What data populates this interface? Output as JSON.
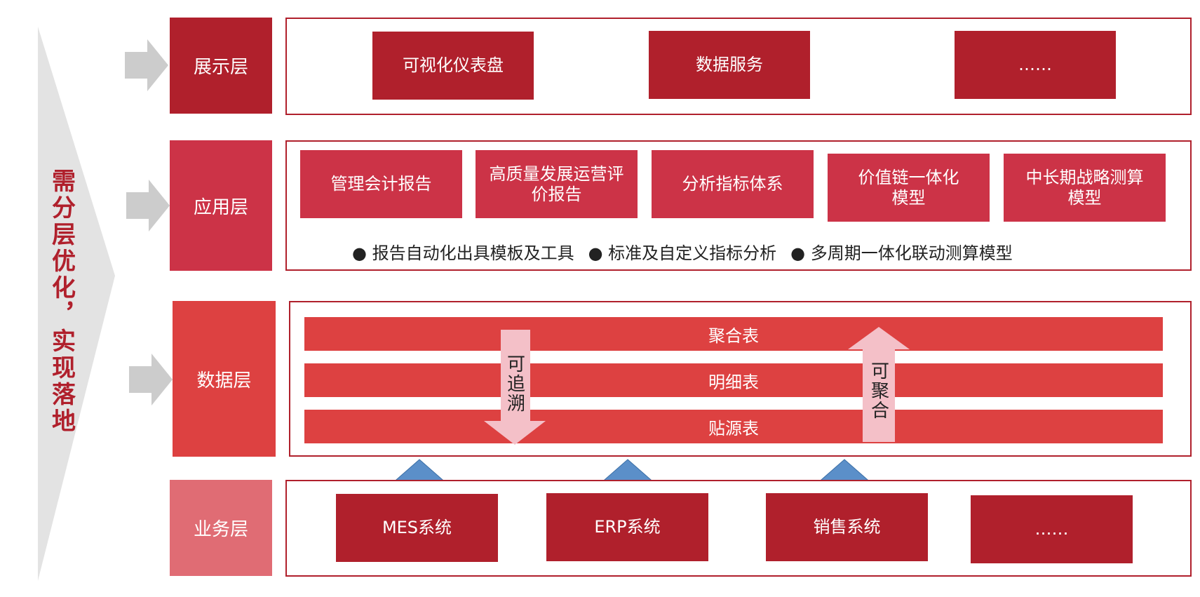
{
  "side_banner": "需分层优化，实现落地",
  "layers": {
    "presentation": {
      "label": "展示层",
      "items": [
        "可视化仪表盘",
        "数据服务",
        "……"
      ]
    },
    "application": {
      "label": "应用层",
      "items": [
        "管理会计报告",
        "高质量发展运营评价报告",
        "分析指标体系",
        "价值链一体化模型",
        "中长期战略测算模型"
      ],
      "bullets": [
        "● 报告自动化出具模板及工具",
        "● 标准及自定义指标分析",
        "● 多周期一体化联动测算模型"
      ]
    },
    "data": {
      "label": "数据层",
      "tables": [
        "聚合表",
        "明细表",
        "贴源表"
      ],
      "trace_arrow": "可追溯",
      "aggregate_arrow": "可聚合"
    },
    "business": {
      "label": "业务层",
      "items": [
        "MES系统",
        "ERP系统",
        "销售系统",
        "……"
      ]
    }
  },
  "colors": {
    "dark_red": "#b0202c",
    "app_red": "#cc3347",
    "data_red": "#dd4141",
    "biz_pink": "#e06c74",
    "up_triangle": "#5b8fc9",
    "arrow_pink": "#f4c0c8",
    "banner_gray": "#e3e3e3",
    "side_arrow_gray": "#cccccc"
  }
}
